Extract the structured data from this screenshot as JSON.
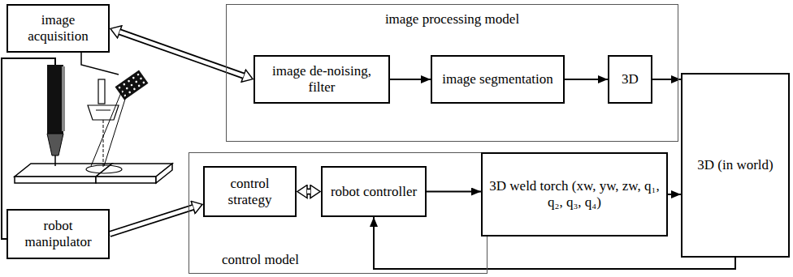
{
  "diagram": {
    "nodes": [
      {
        "text": [
          "image acquisition"
        ]
      },
      {
        "text": [
          "image processing model"
        ]
      },
      {
        "text": [
          "image de-noising, filter"
        ],
        "in": 1
      },
      {
        "text": [
          "image segmentation"
        ],
        "in": 1
      },
      {
        "text": [
          "3D"
        ],
        "in": 1
      },
      {
        "text": [
          "3D (in world)"
        ]
      },
      {
        "text": [
          "robot manipulator"
        ]
      },
      {
        "text": [
          "control model"
        ]
      },
      {
        "text": [
          "control strategy"
        ],
        "in": 7
      },
      {
        "text": [
          "robot controller"
        ],
        "in": 7
      },
      {
        "text": [
          "3D weld torch (xw, yw, zw, q₁, q₂, q₃, q₄)"
        ]
      }
    ],
    "edges": [
      {
        "from": 0,
        "to": 2,
        "arrow": "both"
      },
      {
        "from": 2,
        "to": 3,
        "arrow": "to"
      },
      {
        "from": 3,
        "to": 4,
        "arrow": "to"
      },
      {
        "from": 4,
        "to": 5,
        "arrow": "to"
      },
      {
        "from": 6,
        "to": 8,
        "arrow": "to"
      },
      {
        "from": 8,
        "to": 9,
        "arrow": "both"
      },
      {
        "from": 9,
        "to": 10,
        "arrow": "to"
      },
      {
        "from": 10,
        "to": 5,
        "arrow": "to"
      },
      {
        "from": 5,
        "to": 9,
        "arrow": "to"
      }
    ]
  }
}
